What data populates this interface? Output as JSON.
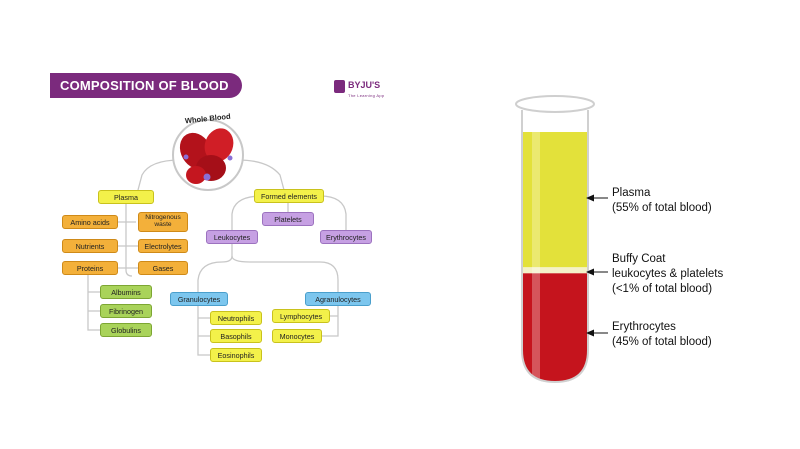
{
  "banner": {
    "title": "COMPOSITION OF BLOOD",
    "color": "#7b2a7d"
  },
  "logo": {
    "text": "BYJU'S",
    "subtext": "The Learning App"
  },
  "diagram": {
    "root": "Whole Blood",
    "plasma": "Plasma",
    "plasma_items": [
      "Amino acids",
      "Nitrogenous waste",
      "Nutrients",
      "Electrolytes",
      "Proteins",
      "Gases"
    ],
    "proteins": [
      "Albumins",
      "Fibrinogen",
      "Globulins"
    ],
    "formed_elements": "Formed elements",
    "platelets": "Platelets",
    "leukocytes": "Leukocytes",
    "erythrocytes": "Erythrocytes",
    "granulocytes": "Granulocytes",
    "agranulocytes": "Agranulocytes",
    "granulocyte_types": [
      "Neutrophils",
      "Basophils",
      "Eosinophils"
    ],
    "agranulocyte_types": [
      "Lymphocytes",
      "Monocytes"
    ]
  },
  "tube": {
    "plasma": {
      "label": "Plasma",
      "detail": "(55% of total blood)",
      "fraction": 0.55,
      "color": "#e3e13a"
    },
    "buffy": {
      "label": "Buffy Coat",
      "detail1": "leukocytes & platelets",
      "detail2": "(<1% of total blood)",
      "color": "#f4f1c8"
    },
    "erythrocytes": {
      "label": "Erythrocytes",
      "detail": "(45% of total blood)",
      "fraction": 0.45,
      "color": "#c5141d"
    }
  }
}
